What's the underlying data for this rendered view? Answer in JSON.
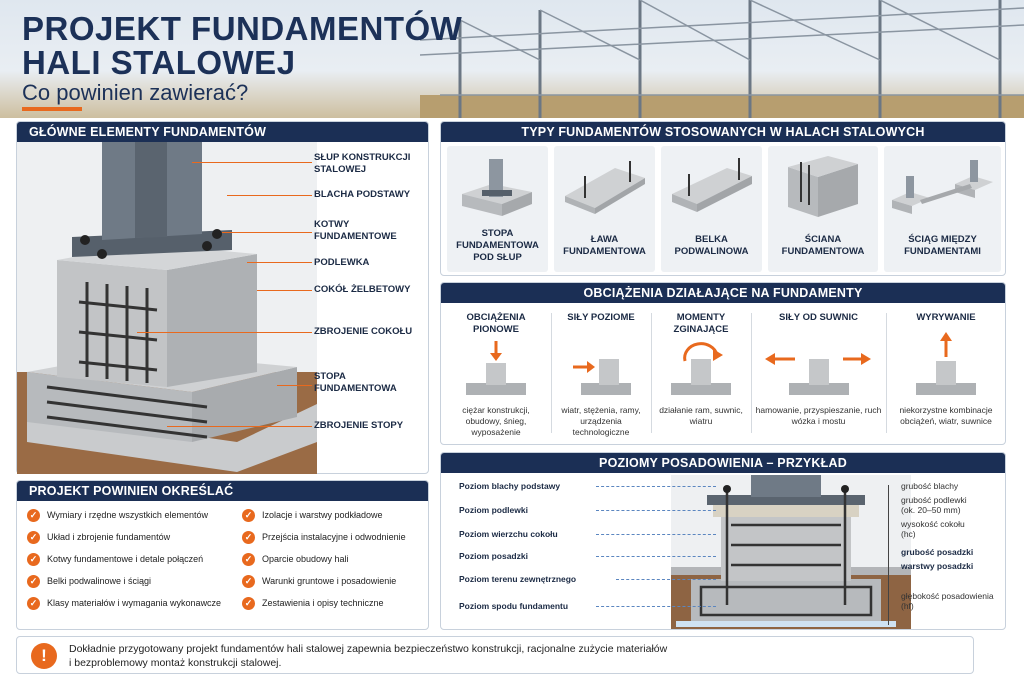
{
  "header": {
    "title_line1": "PROJEKT FUNDAMENTÓW",
    "title_line2": "HALI STALOWEJ",
    "subtitle": "Co powinien zawierać?"
  },
  "elements_panel": {
    "title": "GŁÓWNE ELEMENTY FUNDAMENTÓW",
    "labels": [
      "SŁUP KONSTRUKCJI STALOWEJ",
      "BLACHA PODSTAWY",
      "KOTWY FUNDAMENTOWE",
      "PODLEWKA",
      "COKÓŁ ŻELBETOWY",
      "ZBROJENIE COKOŁU",
      "STOPA FUNDAMENTOWA",
      "ZBROJENIE STOPY"
    ]
  },
  "types_panel": {
    "title": "TYPY FUNDAMENTÓW STOSOWANYCH W HALACH STALOWYCH",
    "types": [
      {
        "label": "STOPA FUNDAMENTOWA POD SŁUP",
        "icon": "footing-icon"
      },
      {
        "label": "ŁAWA FUNDAMENTOWA",
        "icon": "strip-footing-icon"
      },
      {
        "label": "BELKA PODWALINOWA",
        "icon": "grade-beam-icon"
      },
      {
        "label": "ŚCIANA FUNDAMENTOWA",
        "icon": "foundation-wall-icon"
      },
      {
        "label": "ŚCIĄG MIĘDZY FUNDAMENTAMI",
        "icon": "tie-beam-icon"
      }
    ]
  },
  "loads_panel": {
    "title": "OBCIĄŻENIA DZIAŁAJĄCE NA FUNDAMENTY",
    "loads": [
      {
        "title": "OBCIĄŻENIA PIONOWE",
        "desc": "ciężar konstrukcji, obudowy, śnieg, wyposażenie"
      },
      {
        "title": "SIŁY POZIOME",
        "desc": "wiatr, stężenia, ramy, urządzenia technologiczne"
      },
      {
        "title": "MOMENTY ZGINAJĄCE",
        "desc": "działanie ram, suwnic, wiatru"
      },
      {
        "title": "SIŁY OD SUWNIC",
        "desc": "hamowanie, przyspieszanie, ruch wózka i mostu"
      },
      {
        "title": "WYRYWANIE",
        "desc": "niekorzystne kombinacje obciążeń, wiatr, suwnice"
      }
    ]
  },
  "project_panel": {
    "title": "PROJEKT POWINIEN OKREŚLAĆ",
    "left_items": [
      "Wymiary i rzędne wszystkich elementów",
      "Układ i zbrojenie fundamentów",
      "Kotwy fundamentowe i detale połączeń",
      "Belki podwalinowe i ściągi",
      "Klasy materiałów i wymagania wykonawcze"
    ],
    "right_items": [
      "Izolacje i warstwy podkładowe",
      "Przejścia instalacyjne i odwodnienie",
      "Oparcie obudowy hali",
      "Warunki gruntowe i posadowienie",
      "Zestawienia i opisy techniczne"
    ]
  },
  "levels_panel": {
    "title": "POZIOMY POSADOWIENIA – PRZYKŁAD",
    "levels": [
      "Poziom blachy podstawy",
      "Poziom podlewki",
      "Poziom wierzchu cokołu",
      "Poziom posadzki",
      "Poziom terenu zewnętrznego",
      "Poziom spodu fundamentu"
    ],
    "dims": {
      "d1": "grubość blachy",
      "d2a": "grubość podlewki",
      "d2b": "(ok. 20–50 mm)",
      "d3a": "wysokość cokołu",
      "d3b": "(hc)",
      "d4": "grubość posadzki",
      "d5": "warstwy posadzki",
      "d6a": "głębokość posadowienia",
      "d6b": "(hf)"
    }
  },
  "footer": {
    "line1": "Dokładnie przygotowany projekt fundamentów hali stalowej zapewnia bezpieczeństwo konstrukcji, racjonalne zużycie materiałów",
    "line2": "i bezproblemowy montaż konstrukcji stalowej."
  },
  "colors": {
    "navy": "#1b2f55",
    "accent": "#e8691e",
    "concrete": "#b9bcbf"
  }
}
